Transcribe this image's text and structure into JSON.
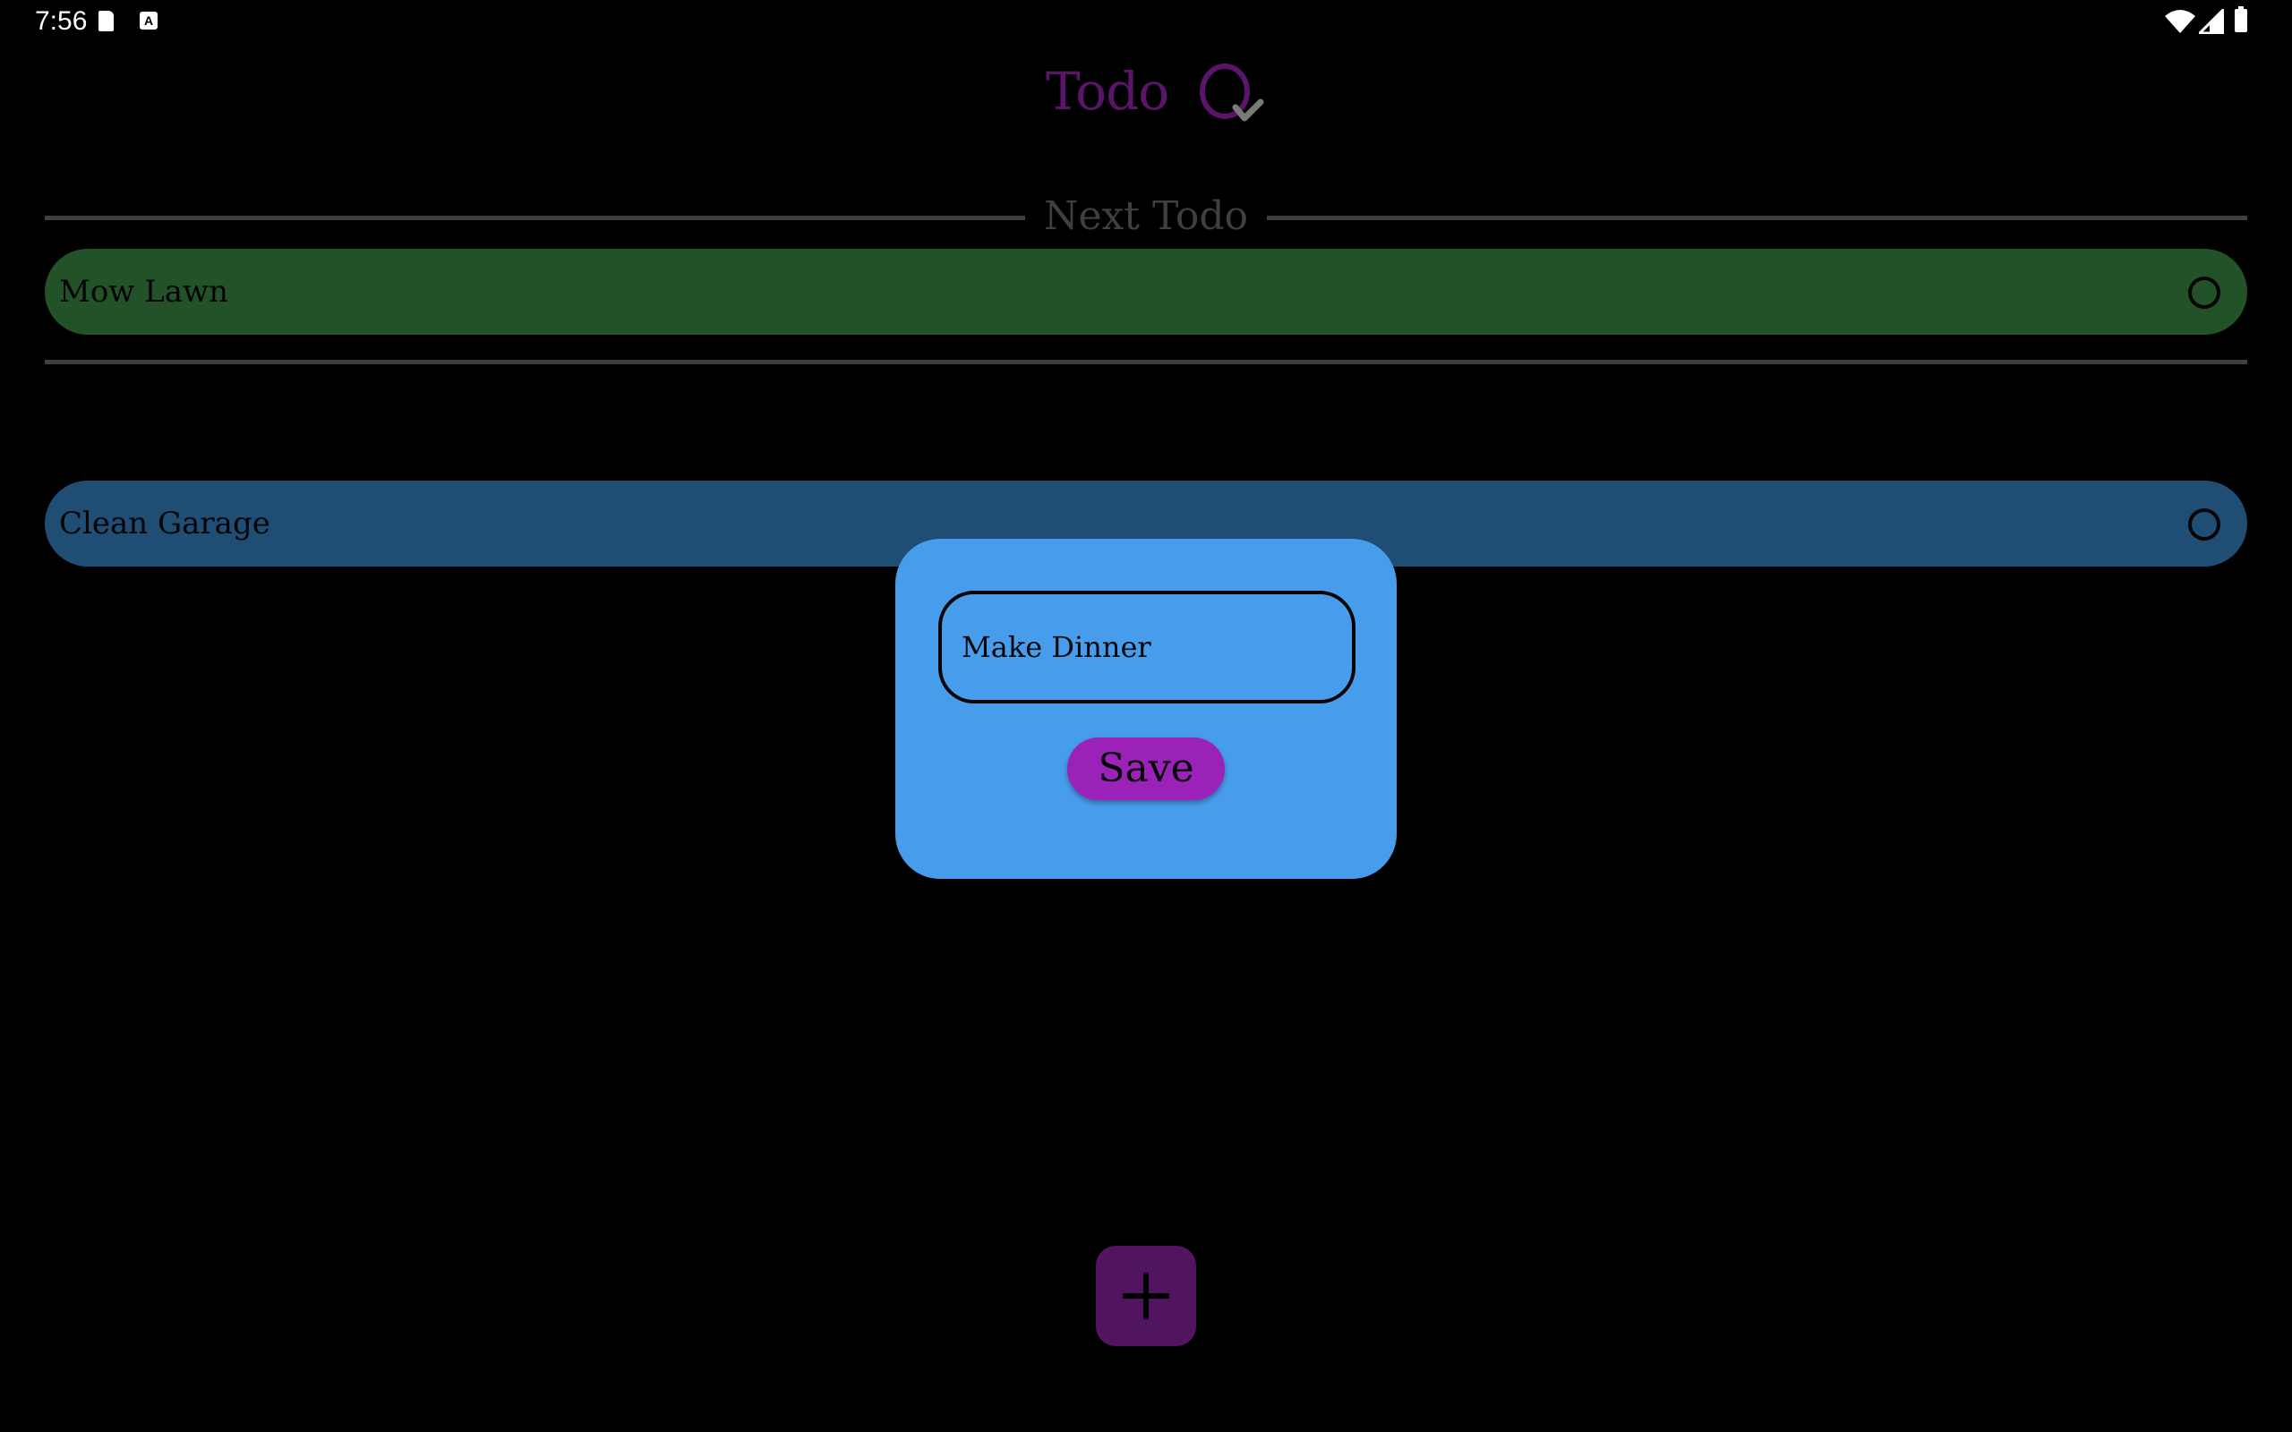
{
  "status_bar": {
    "time": "7:56",
    "icons": [
      "sd-card-icon",
      "keyboard-a-icon",
      "wifi-icon",
      "signal-icon",
      "battery-icon"
    ],
    "keyboard_letter": "A"
  },
  "app": {
    "logo_text": "Todo",
    "logo_icon": "q-check-icon",
    "brand_color": "#5a1569"
  },
  "next_section": {
    "title": "Next Todo",
    "item": {
      "label": "Mow Lawn",
      "color": "#235128"
    }
  },
  "queue": {
    "items": [
      {
        "label": "Clean Garage",
        "color": "#1f4d73"
      }
    ]
  },
  "dialog": {
    "input_value": "Make Dinner",
    "save_label": "Save",
    "background": "#479dec",
    "button_color": "#9a22b8"
  },
  "fab": {
    "icon": "plus-icon",
    "color": "#50155e"
  }
}
